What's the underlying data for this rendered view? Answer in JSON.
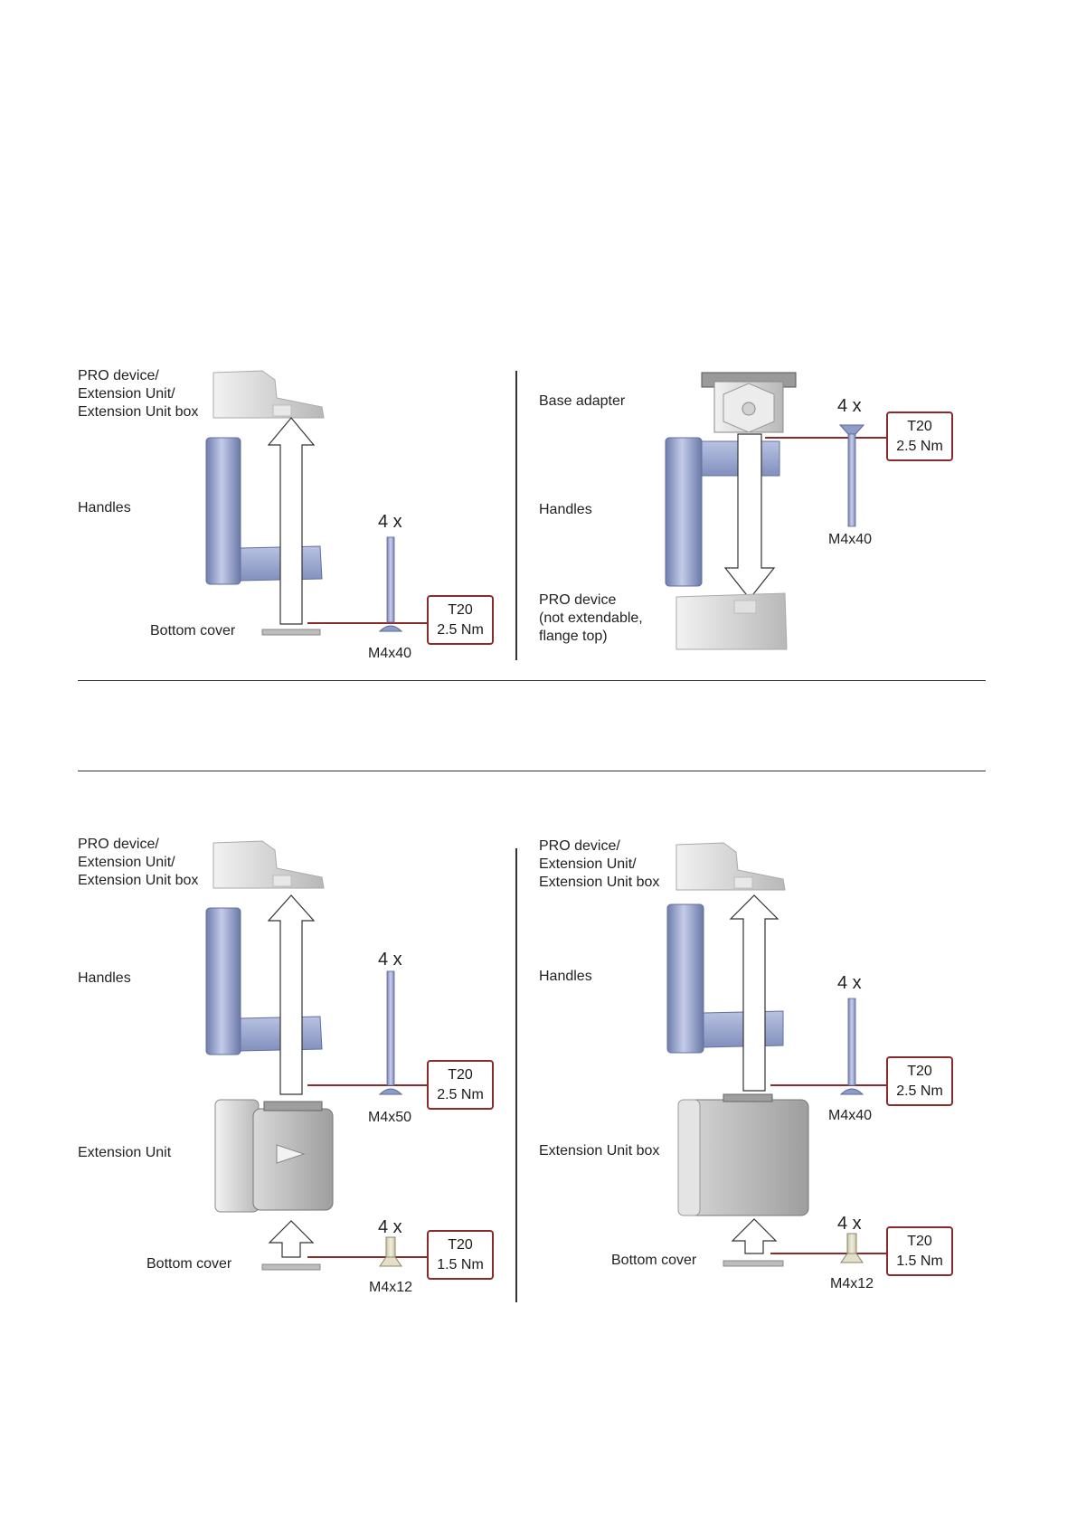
{
  "colors": {
    "handle_blue": "#8e9cc8",
    "device_grey": "#cfcfcf",
    "torque_border": "#8a2a2a",
    "arrow": "#ffffff",
    "line": "#333333"
  },
  "icons": [
    "up-arrow-icon",
    "down-arrow-icon",
    "screw-icon",
    "handle-icon",
    "device-icon"
  ],
  "panels": [
    {
      "top_label": "PRO device/\nExtension Unit/\nExtension Unit box",
      "middle_label": "Handles",
      "bottom_label": "Bottom cover",
      "qty": "4 x",
      "screw": "M4x40",
      "torque_tool": "T20",
      "torque_value": "2.5 Nm"
    },
    {
      "top_label": "Base adapter",
      "middle_label": "Handles",
      "bottom_label": "PRO device\n(not extendable,\n flange top)",
      "qty": "4 x",
      "screw": "M4x40",
      "torque_tool": "T20",
      "torque_value": "2.5 Nm"
    },
    {
      "top_label": "PRO device/\nExtension Unit/\nExtension Unit box",
      "middle_label": "Handles",
      "unit_label": "Extension Unit",
      "bottom_label": "Bottom cover",
      "qty": "4 x",
      "screw": "M4x50",
      "torque_tool": "T20",
      "torque_value": "2.5 Nm",
      "qty2": "4 x",
      "screw2": "M4x12",
      "torque_tool2": "T20",
      "torque_value2": "1.5 Nm"
    },
    {
      "top_label": "PRO device/\nExtension Unit/\nExtension Unit box",
      "middle_label": "Handles",
      "unit_label": "Extension Unit box",
      "bottom_label": "Bottom cover",
      "qty": "4 x",
      "screw": "M4x40",
      "torque_tool": "T20",
      "torque_value": "2.5 Nm",
      "qty2": "4 x",
      "screw2": "M4x12",
      "torque_tool2": "T20",
      "torque_value2": "1.5 Nm"
    }
  ]
}
